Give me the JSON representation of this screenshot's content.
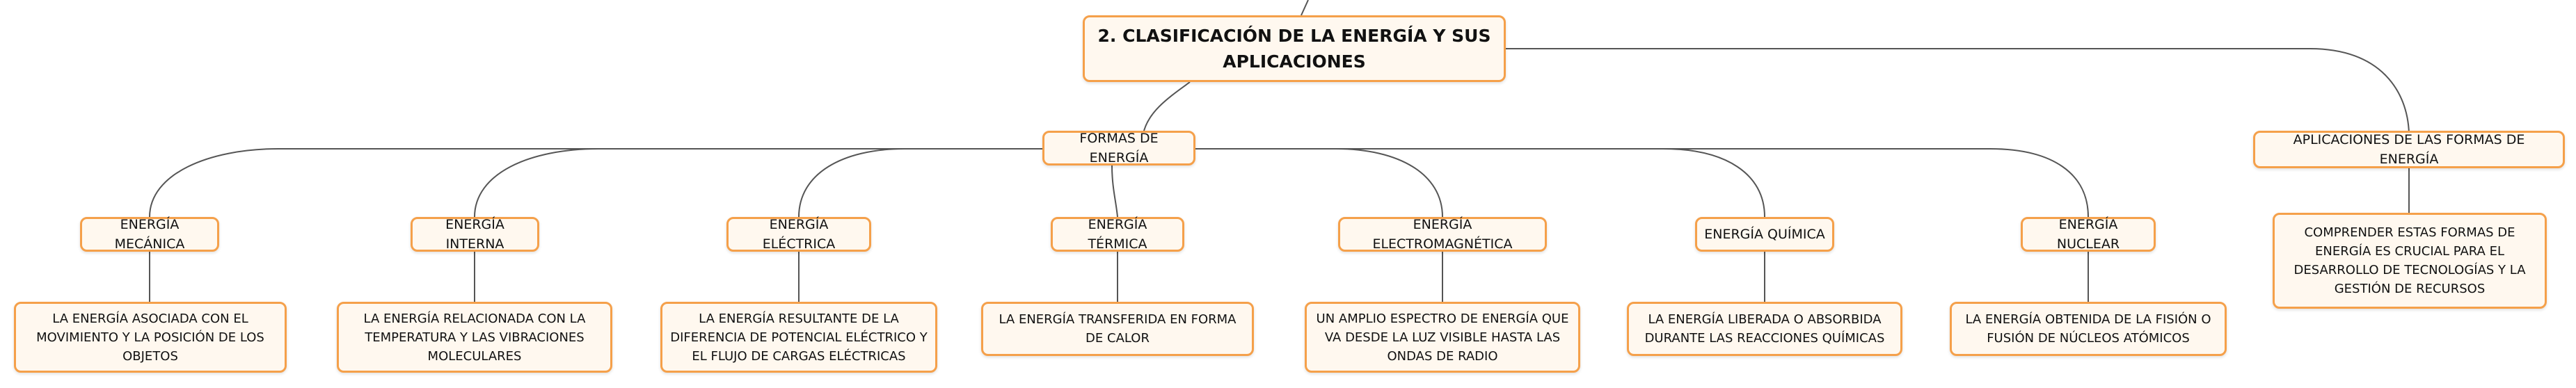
{
  "colors": {
    "node_border": "#f5a04a",
    "node_fill": "#fff8ef",
    "connector": "#555555"
  },
  "root": {
    "label": "2. CLASIFICACIÓN DE LA ENERGÍA Y SUS APLICACIONES"
  },
  "formas": {
    "label": "FORMAS DE ENERGÍA",
    "children": [
      {
        "label": "ENERGÍA MECÁNICA",
        "description": "LA ENERGÍA ASOCIADA CON EL MOVIMIENTO Y LA POSICIÓN DE LOS OBJETOS"
      },
      {
        "label": "ENERGÍA INTERNA",
        "description": "LA ENERGÍA RELACIONADA CON LA TEMPERATURA Y LAS VIBRACIONES MOLECULARES"
      },
      {
        "label": "ENERGÍA ELÉCTRICA",
        "description": "LA ENERGÍA RESULTANTE DE LA DIFERENCIA DE POTENCIAL ELÉCTRICO Y EL FLUJO DE CARGAS ELÉCTRICAS"
      },
      {
        "label": "ENERGÍA TÉRMICA",
        "description": "LA ENERGÍA TRANSFERIDA EN FORMA DE CALOR"
      },
      {
        "label": "ENERGÍA ELECTROMAGNÉTICA",
        "description": "UN AMPLIO ESPECTRO DE ENERGÍA QUE VA DESDE LA LUZ VISIBLE HASTA LAS ONDAS DE RADIO"
      },
      {
        "label": "ENERGÍA QUÍMICA",
        "description": "LA ENERGÍA LIBERADA O ABSORBIDA DURANTE LAS REACCIONES QUÍMICAS"
      },
      {
        "label": "ENERGÍA NUCLEAR",
        "description": "LA ENERGÍA OBTENIDA DE LA FISIÓN O FUSIÓN DE NÚCLEOS ATÓMICOS"
      }
    ]
  },
  "aplicaciones": {
    "label": "APLICACIONES DE LAS FORMAS DE ENERGÍA",
    "description": "COMPRENDER ESTAS FORMAS DE ENERGÍA ES CRUCIAL PARA EL DESARROLLO DE TECNOLOGÍAS Y LA GESTIÓN DE RECURSOS"
  }
}
